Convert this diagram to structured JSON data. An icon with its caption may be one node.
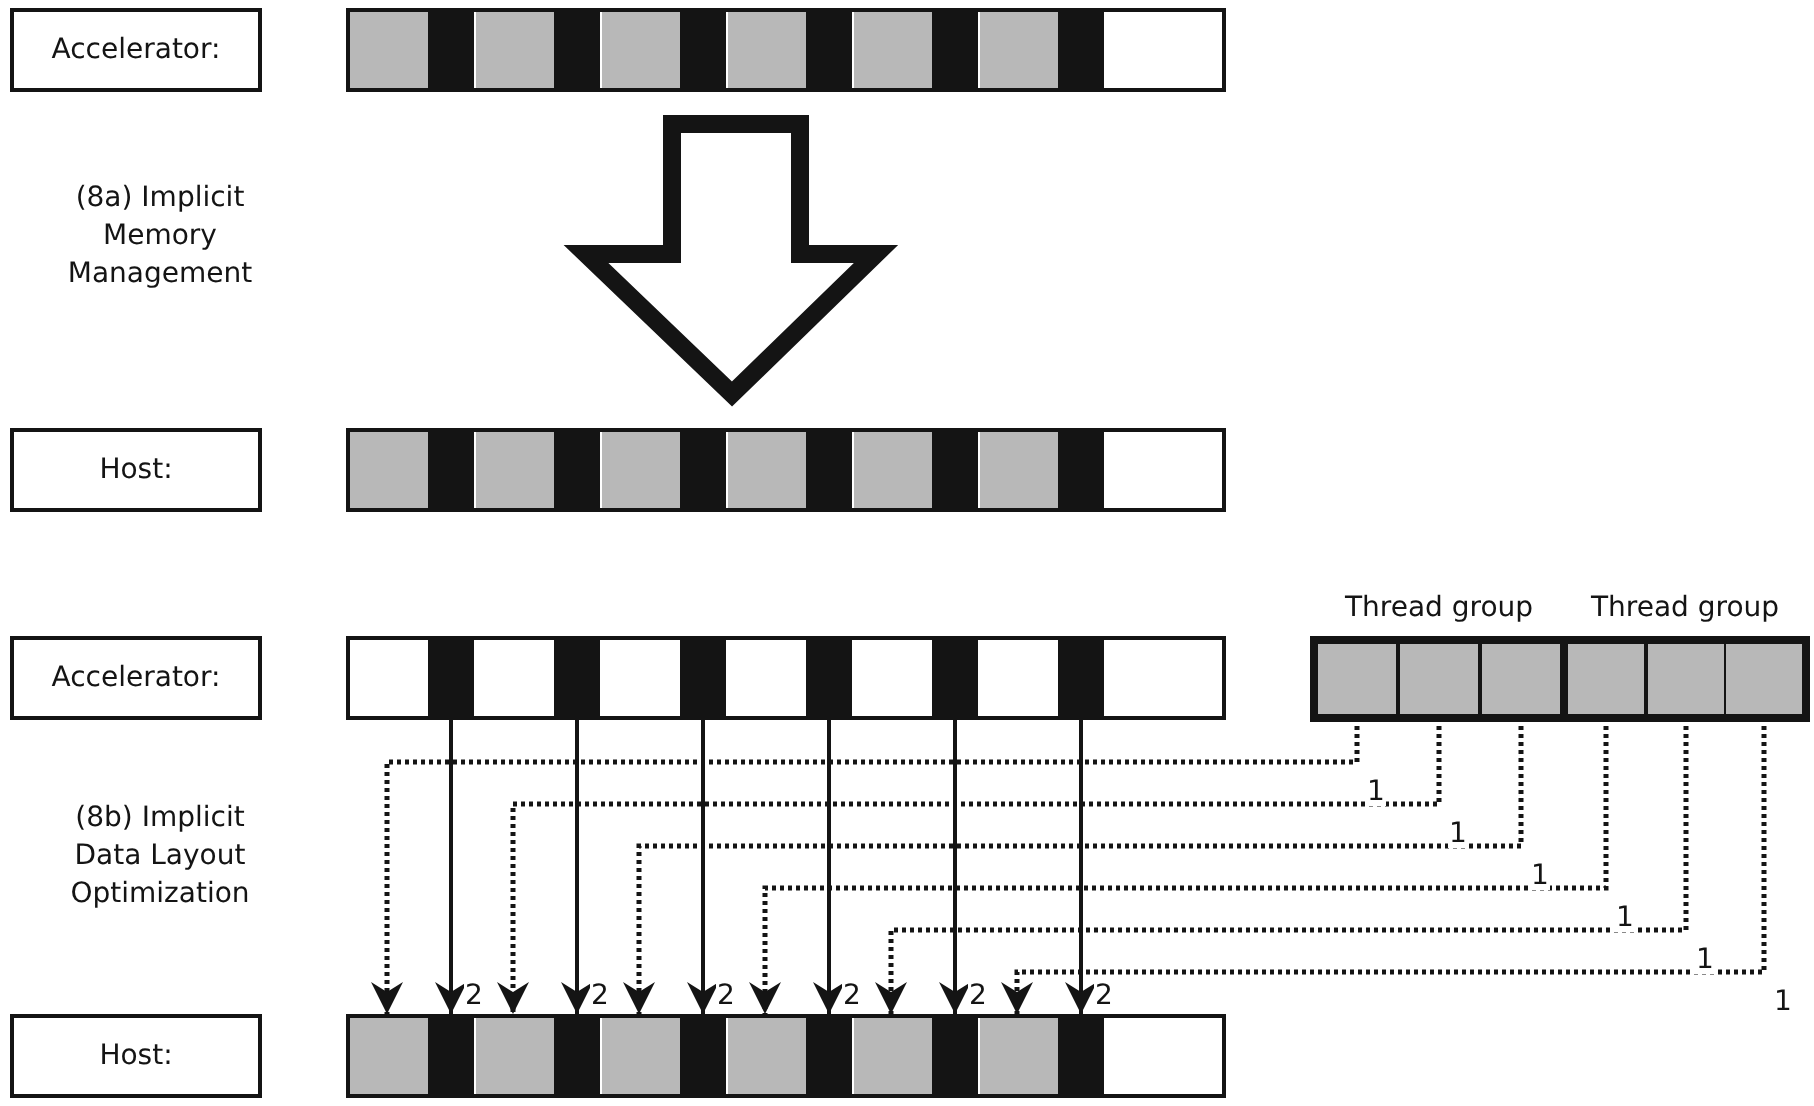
{
  "diagram": {
    "nodes": [
      {
        "text": [
          "Accelerator:"
        ]
      },
      {
        "text": [],
        "shape": "bar"
      },
      {
        "text": [
          "Host:"
        ]
      },
      {
        "text": [],
        "shape": "bar"
      },
      {
        "text": [
          "Accelerator:"
        ]
      },
      {
        "text": [],
        "shape": "bar"
      },
      {
        "text": [],
        "shape": "box",
        "in": 5
      },
      {
        "text": [],
        "shape": "box",
        "in": 5
      },
      {
        "text": [],
        "shape": "box",
        "in": 5
      },
      {
        "text": [],
        "shape": "box",
        "in": 5
      },
      {
        "text": [],
        "shape": "box",
        "in": 5
      },
      {
        "text": [],
        "shape": "box",
        "in": 5
      },
      {
        "text": [],
        "shape": "box"
      },
      {
        "text": [
          "Thread group"
        ],
        "in": 12
      },
      {
        "text": [
          "Thread group"
        ],
        "in": 12
      },
      {
        "text": [],
        "shape": "box",
        "in": 13
      },
      {
        "text": [],
        "shape": "box",
        "in": 13
      },
      {
        "text": [],
        "shape": "box",
        "in": 13
      },
      {
        "text": [],
        "shape": "box",
        "in": 14
      },
      {
        "text": [],
        "shape": "box",
        "in": 14
      },
      {
        "text": [],
        "shape": "box",
        "in": 14
      },
      {
        "text": [
          "Host:"
        ]
      },
      {
        "text": [],
        "shape": "bar"
      },
      {
        "text": [],
        "shape": "box",
        "in": 22
      },
      {
        "text": [],
        "shape": "box",
        "in": 22
      },
      {
        "text": [],
        "shape": "box",
        "in": 22
      },
      {
        "text": [],
        "shape": "box",
        "in": 22
      },
      {
        "text": [],
        "shape": "box",
        "in": 22
      },
      {
        "text": [],
        "shape": "box",
        "in": 22
      },
      {
        "text": [],
        "shape": "box",
        "in": 22
      },
      {
        "text": [],
        "shape": "box",
        "in": 22
      },
      {
        "text": [],
        "shape": "box",
        "in": 22
      },
      {
        "text": [],
        "shape": "box",
        "in": 22
      },
      {
        "text": [],
        "shape": "box",
        "in": 22
      },
      {
        "text": [],
        "shape": "box",
        "in": 22
      }
    ],
    "edges": [
      {
        "from": 1,
        "to": 3,
        "arrow": "to",
        "style": "thick"
      },
      {
        "from": 6,
        "to": 24,
        "arrow": "to",
        "label": "2"
      },
      {
        "from": 7,
        "to": 26,
        "arrow": "to",
        "label": "2"
      },
      {
        "from": 8,
        "to": 28,
        "arrow": "to",
        "label": "2"
      },
      {
        "from": 9,
        "to": 30,
        "arrow": "to",
        "label": "2"
      },
      {
        "from": 10,
        "to": 32,
        "arrow": "to",
        "label": "2"
      },
      {
        "from": 11,
        "to": 34,
        "arrow": "to",
        "label": "2"
      },
      {
        "from": 15,
        "to": 23,
        "arrow": "to",
        "style": "dashed",
        "label": "1"
      },
      {
        "from": 16,
        "to": 25,
        "arrow": "to",
        "style": "dashed",
        "label": "1"
      },
      {
        "from": 17,
        "to": 27,
        "arrow": "to",
        "style": "dashed",
        "label": "1"
      },
      {
        "from": 18,
        "to": 29,
        "arrow": "to",
        "style": "dashed",
        "label": "1"
      },
      {
        "from": 19,
        "to": 31,
        "arrow": "to",
        "style": "dashed",
        "label": "1"
      },
      {
        "from": 20,
        "to": 33,
        "arrow": "to",
        "style": "dashed",
        "label": "1"
      }
    ],
    "labels": [
      "(8a) Implicit Memory Management",
      "(8b) Implicit Data Layout Optimization"
    ]
  }
}
